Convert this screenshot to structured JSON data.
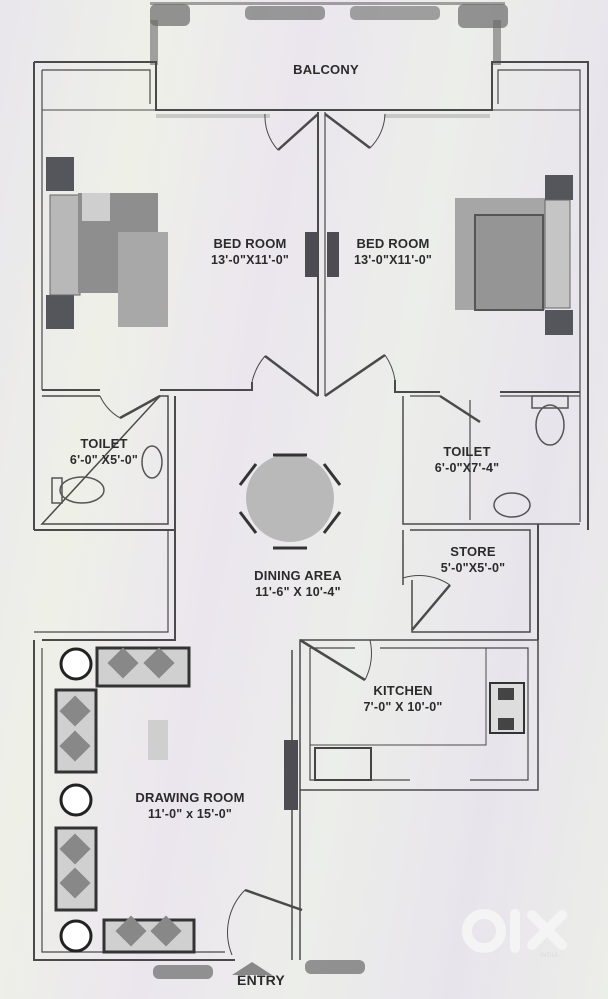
{
  "plan": {
    "rooms": [
      {
        "id": "balcony",
        "name": "BALCONY",
        "dims": ""
      },
      {
        "id": "bedroom-left",
        "name": "BED ROOM",
        "dims": "13'-0\"X11'-0\""
      },
      {
        "id": "bedroom-right",
        "name": "BED ROOM",
        "dims": "13'-0\"X11'-0\""
      },
      {
        "id": "toilet-left",
        "name": "TOILET",
        "dims": "6'-0\" X5'-0\""
      },
      {
        "id": "toilet-right",
        "name": "TOILET",
        "dims": "6'-0\"X7'-4\""
      },
      {
        "id": "dining",
        "name": "DINING AREA",
        "dims": "11'-6\" X 10'-4\""
      },
      {
        "id": "store",
        "name": "STORE",
        "dims": "5'-0\"X5'-0\""
      },
      {
        "id": "kitchen",
        "name": "KITCHEN",
        "dims": "7'-0\" X 10'-0\""
      },
      {
        "id": "drawing",
        "name": "DRAWING ROOM",
        "dims": "11'-0\" x 15'-0\""
      }
    ],
    "entry_label": "ENTRY",
    "colors": {
      "wall": "#4a4a4a",
      "furniture": "#8c8c8c",
      "furniture_dark": "#4e4e55",
      "background": "#ebe8ec"
    }
  },
  "watermark": {
    "brand": "OLX",
    "sub": "INDIA"
  }
}
